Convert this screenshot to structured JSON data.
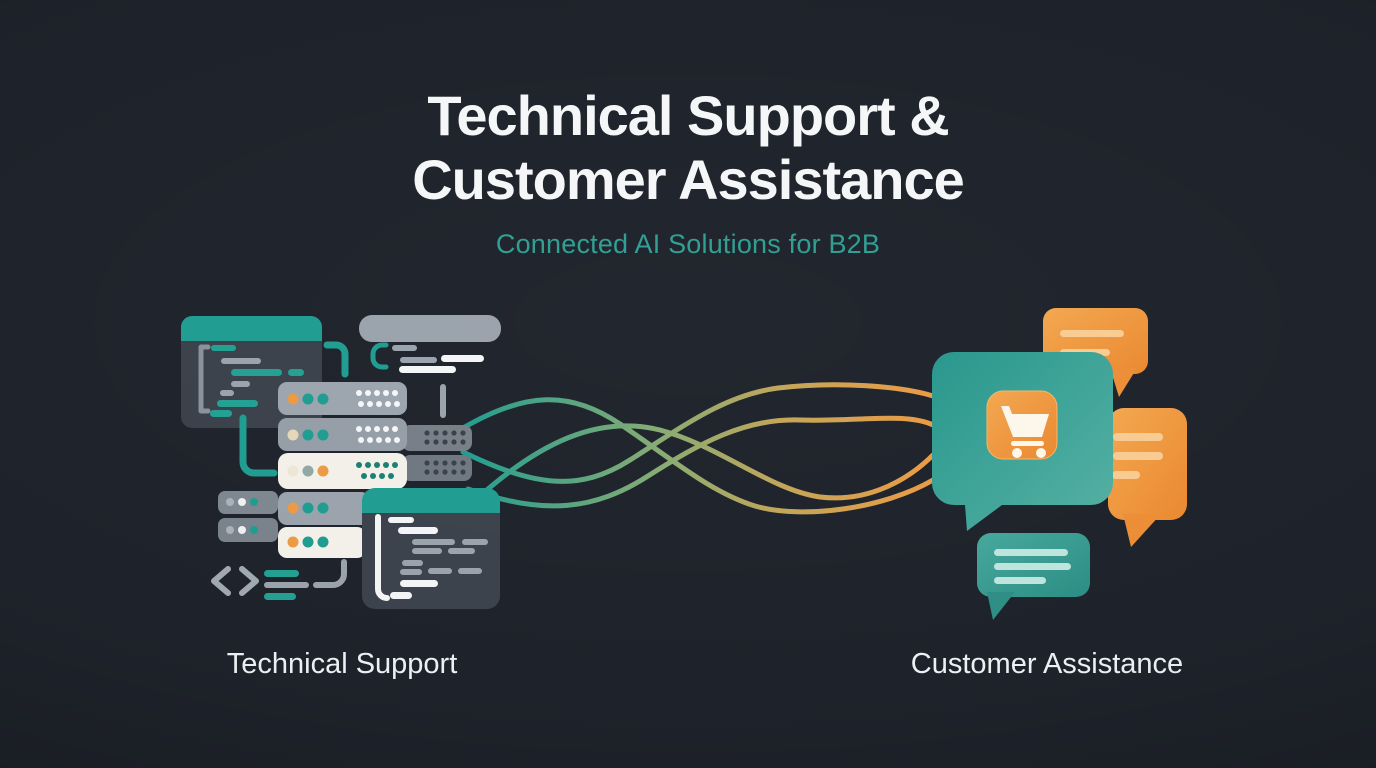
{
  "header": {
    "title_line1": "Technical Support &",
    "title_line2": "Customer Assistance",
    "subtitle": "Connected AI Solutions for B2B"
  },
  "labels": {
    "left": "Technical Support",
    "right": "Customer Assistance"
  },
  "icons": {
    "left_cluster": [
      "code-window-icon",
      "server-rack-icon",
      "angle-brackets-icon",
      "connector-elbow-icon"
    ],
    "right_cluster": [
      "chat-bubble-icon",
      "shopping-cart-icon"
    ],
    "center": "flow-lines-icon"
  },
  "colors": {
    "background": "#1e222a",
    "title": "#f4f6f7",
    "subtitle_teal": "#2f9e93",
    "teal": "#1f9c90",
    "teal_line": "#23a093",
    "teal_dark": "#1d7e73",
    "orange": "#ec9a43",
    "orange_light": "#f8cb92",
    "window_dark": "#3a414a",
    "gray_light": "#9aa2ab",
    "gray_mid": "#78808a",
    "white_panel": "#f2f0e8"
  }
}
